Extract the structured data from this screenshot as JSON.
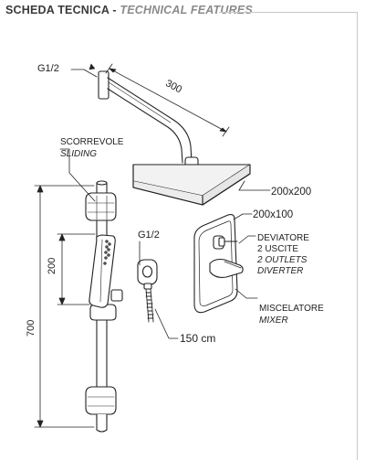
{
  "header": {
    "title": "SCHEDA TECNICA",
    "separator": " - ",
    "subtitle": "TECHNICAL FEATURES"
  },
  "labels": {
    "shower_arm_thread": "G1/2",
    "arm_length": "300",
    "sliding_it": "SCORREVOLE",
    "sliding_en": "SLIDING",
    "head_size": "200x200",
    "plate_size": "200x100",
    "hose_thread": "G1/2",
    "handshower_length": "200",
    "bar_height": "700",
    "diverter_it_1": "DEVIATORE",
    "diverter_it_2": "2 USCITE",
    "diverter_en_1": "2 OUTLETS",
    "diverter_en_2": "DIVERTER",
    "mixer_it": "MISCELATORE",
    "mixer_en": "MIXER",
    "hose_length": "150 cm"
  },
  "colors": {
    "line": "#222222",
    "header_text": "#3a3a3a",
    "header_subtitle": "#8a8a8a",
    "frame": "#c8c8c8"
  }
}
